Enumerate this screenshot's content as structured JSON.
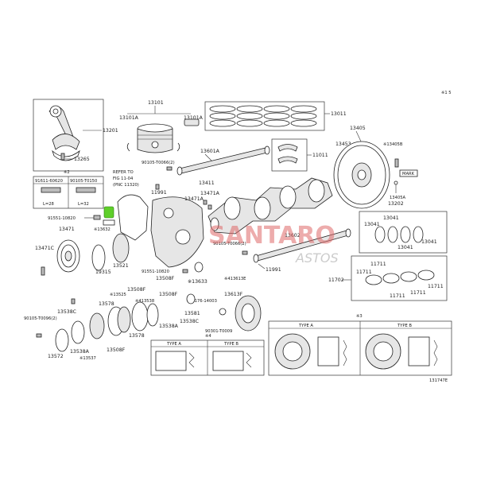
{
  "corner_mark": "※1 5",
  "figure_id": "131747E",
  "watermark": {
    "main": "SANTARO",
    "sub": "ASTOS"
  },
  "parts": {
    "p13101": "13101",
    "p13101A": "13101A",
    "p13011": "13011",
    "p13201": "13201",
    "p13265": "13265",
    "p2": "※2",
    "p91611": "91611-60620",
    "p90105a": "90105-T0150",
    "L28": "L=28",
    "L32": "L=32",
    "p13601A": "13601A",
    "p90105b": "90105-T0066(2)",
    "p11011": "11011",
    "p13405": "13405",
    "p13453": "13453",
    "p13405B": "※13405B",
    "mark": "MARK",
    "p13405A": "13405A",
    "p13202": "13202",
    "refer1": "REFER TO",
    "refer2": "FIG 11-04",
    "refer3": "(PNC 11320)",
    "p11991a": "11991",
    "p13411": "13411",
    "p13471A": "13471A",
    "p13471Ab": "13471A",
    "p91551a": "91551-10820",
    "p13471": "13471",
    "p13632": "※13632",
    "p90105c": "90105-T0066(2)",
    "p13602": "13602",
    "p13041a": "13041",
    "p13041b": "13041",
    "p13041c": "13041",
    "p13041d": "13041",
    "p13471C": "13471C",
    "p19315": "19315",
    "p13521": "13521",
    "p91551b": "91551-10820",
    "p13508Fa": "13508F",
    "p13633": "※13633",
    "p413613E": "※413613E",
    "p11991b": "11991",
    "p11711a": "11711",
    "p11711b": "11711",
    "p11711c": "11711",
    "p11711d": "11711",
    "p11711e": "11711",
    "p11702": "11702",
    "p13508Fb": "13508F",
    "p13578a": "13578",
    "p13525": "※13525",
    "p413538": "※413538",
    "p13508Fc": "13508F",
    "p90176": "90176-14003",
    "p13613F": "13613F",
    "p13538C": "13538C",
    "p90105d": "90105-T0096(2)",
    "p13581": "13581",
    "p13538Cb": "13538C",
    "p13538A": "13538A",
    "p13538Ab": "13538A",
    "p13578b": "13578",
    "p90301": "90301-T0009",
    "p13508Fd": "13508F",
    "p13537": "※13537",
    "p13572": "13572",
    "p3": "※3",
    "typeA1": "TYPE A",
    "typeB1": "TYPE B",
    "p4": "※4",
    "typeA2": "TYPE A",
    "typeB2": "TYPE B"
  }
}
